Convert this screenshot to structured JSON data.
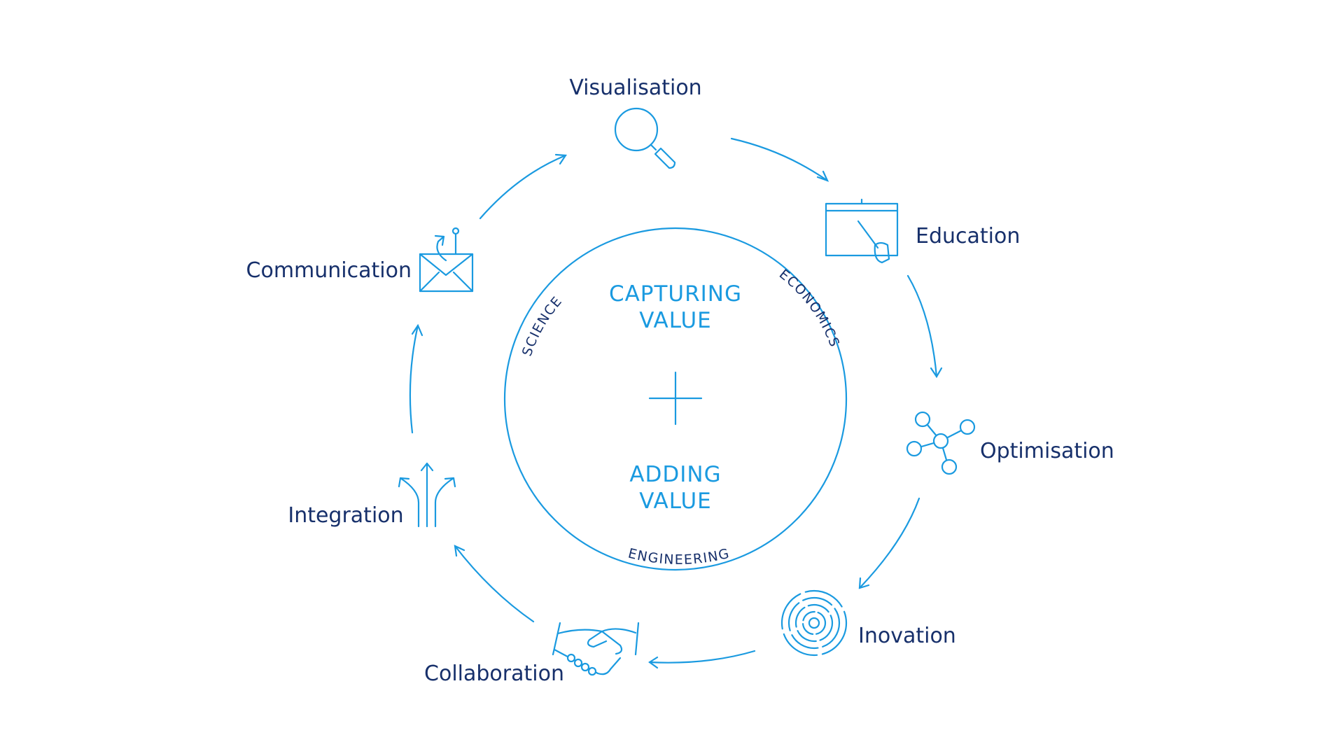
{
  "diagram": {
    "accent_color": "#1a9ae0",
    "text_color": "#17306b",
    "center": {
      "top_title_line1": "CAPTURING",
      "top_title_line2": "VALUE",
      "bottom_title_line1": "ADDING",
      "bottom_title_line2": "VALUE",
      "center_icon": "plus-icon"
    },
    "ring_words": {
      "left": "SCIENCE",
      "right": "ECONOMICS",
      "bottom": "ENGINEERING"
    },
    "steps": [
      {
        "label": "Visualisation",
        "icon": "magnifier-icon"
      },
      {
        "label": "Education",
        "icon": "whiteboard-icon"
      },
      {
        "label": "Optimisation",
        "icon": "network-nodes-icon"
      },
      {
        "label": "Inovation",
        "icon": "fingerprint-icon"
      },
      {
        "label": "Collaboration",
        "icon": "handshake-icon"
      },
      {
        "label": "Integration",
        "icon": "diverging-arrows-icon"
      },
      {
        "label": "Communication",
        "icon": "envelope-icon"
      }
    ]
  }
}
